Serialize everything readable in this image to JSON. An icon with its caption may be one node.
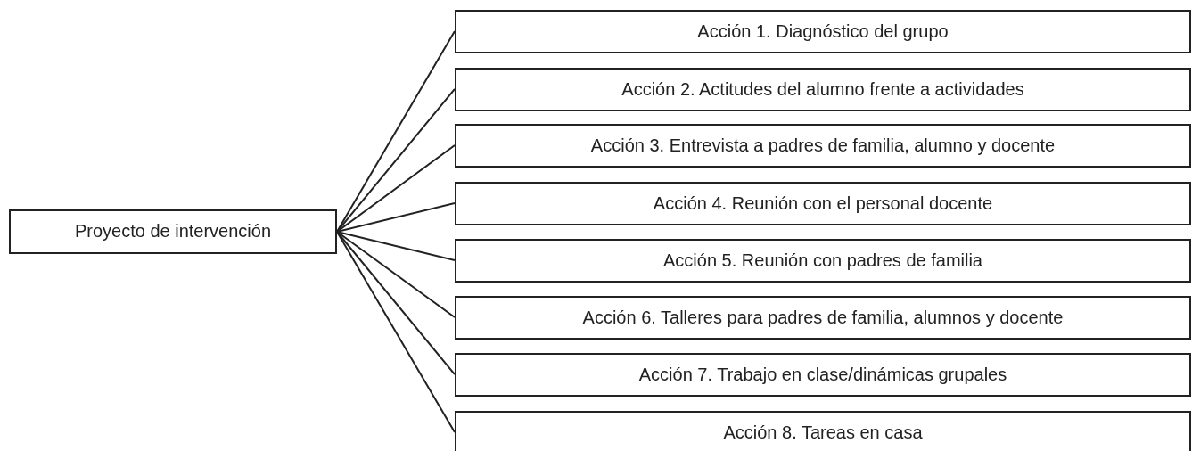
{
  "diagram": {
    "nodes": [
      {
        "text": [
          "Proyecto de intervención"
        ]
      },
      {
        "text": [
          "Acción 1. Diagnóstico del grupo"
        ]
      },
      {
        "text": [
          "Acción 2. Actitudes del alumno frente a actividades"
        ]
      },
      {
        "text": [
          "Acción 3. Entrevista a padres de familia, alumno y docente"
        ]
      },
      {
        "text": [
          "Acción 4. Reunión con el personal docente"
        ]
      },
      {
        "text": [
          "Acción 5. Reunión con padres de familia"
        ]
      },
      {
        "text": [
          "Acción 6. Talleres para padres de familia, alumnos y docente"
        ]
      },
      {
        "text": [
          "Acción 7. Trabajo en clase/dinámicas grupales"
        ]
      },
      {
        "text": [
          "Acción 8. Tareas en casa"
        ]
      }
    ],
    "edges": [
      {
        "from": 0,
        "to": 1,
        "arrow": "none"
      },
      {
        "from": 0,
        "to": 2,
        "arrow": "none"
      },
      {
        "from": 0,
        "to": 3,
        "arrow": "none"
      },
      {
        "from": 0,
        "to": 4,
        "arrow": "none"
      },
      {
        "from": 0,
        "to": 5,
        "arrow": "none"
      },
      {
        "from": 0,
        "to": 6,
        "arrow": "none"
      },
      {
        "from": 0,
        "to": 7,
        "arrow": "none"
      },
      {
        "from": 0,
        "to": 8,
        "arrow": "none"
      }
    ]
  }
}
